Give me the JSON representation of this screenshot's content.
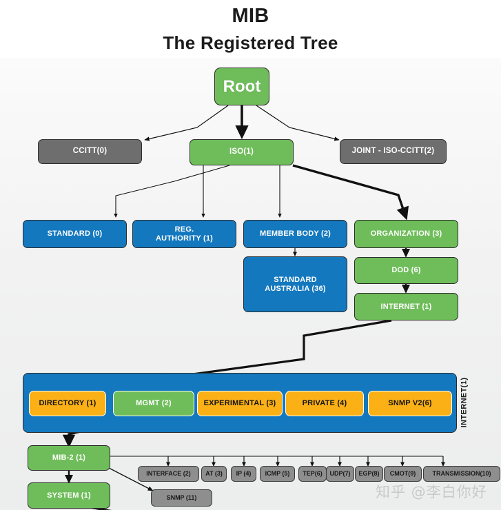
{
  "title": {
    "line1": "MIB",
    "line2": "The Registered Tree"
  },
  "watermark": "知乎 @李白你好",
  "colors": {
    "green": "#6fbd5a",
    "blue": "#1478be",
    "gray": "#6e6e6e",
    "orange": "#fbb016",
    "gray_small": "#8e8e8e",
    "background": "#f2f2f2",
    "line": "#111111"
  },
  "nodes": {
    "root": "Root",
    "ccitt": "CCITT(0)",
    "iso": "ISO(1)",
    "joint": "JOINT - ISO-CCITT(2)",
    "standard": "STANDARD (0)",
    "reg_authority": "REG.\nAUTHORITY (1)",
    "reg_authority_line1": "REG.",
    "reg_authority_line2": "AUTHORITY (1)",
    "member_body": "MEMBER BODY (2)",
    "organization": "ORGANIZATION (3)",
    "standard_australia_line1": "STANDARD",
    "standard_australia_line2": "AUSTRALIA (36)",
    "dod": "DOD (6)",
    "internet": "INTERNET (1)",
    "internet_side": "INTERNET(1)",
    "mib2": "MIB-2 (1)",
    "system": "SYSTEM (1)",
    "snmp": "SNMP (11)"
  },
  "internet_children": [
    {
      "label": "DIRECTORY (1)",
      "style": "orange"
    },
    {
      "label": "MGMT (2)",
      "style": "green"
    },
    {
      "label": "EXPERIMENTAL (3)",
      "style": "orange"
    },
    {
      "label": "PRIVATE (4)",
      "style": "orange"
    },
    {
      "label": "SNMP V2(6)",
      "style": "orange"
    }
  ],
  "mib2_children": [
    {
      "label": "INTERFACE (2)"
    },
    {
      "label": "AT (3)"
    },
    {
      "label": "IP (4)"
    },
    {
      "label": "ICMP (5)"
    },
    {
      "label": "TEP(6)"
    },
    {
      "label": "UDP(7)"
    },
    {
      "label": "EGP(8)"
    },
    {
      "label": "CMOT(9)"
    },
    {
      "label": "TRANSMISSION(10)"
    }
  ]
}
